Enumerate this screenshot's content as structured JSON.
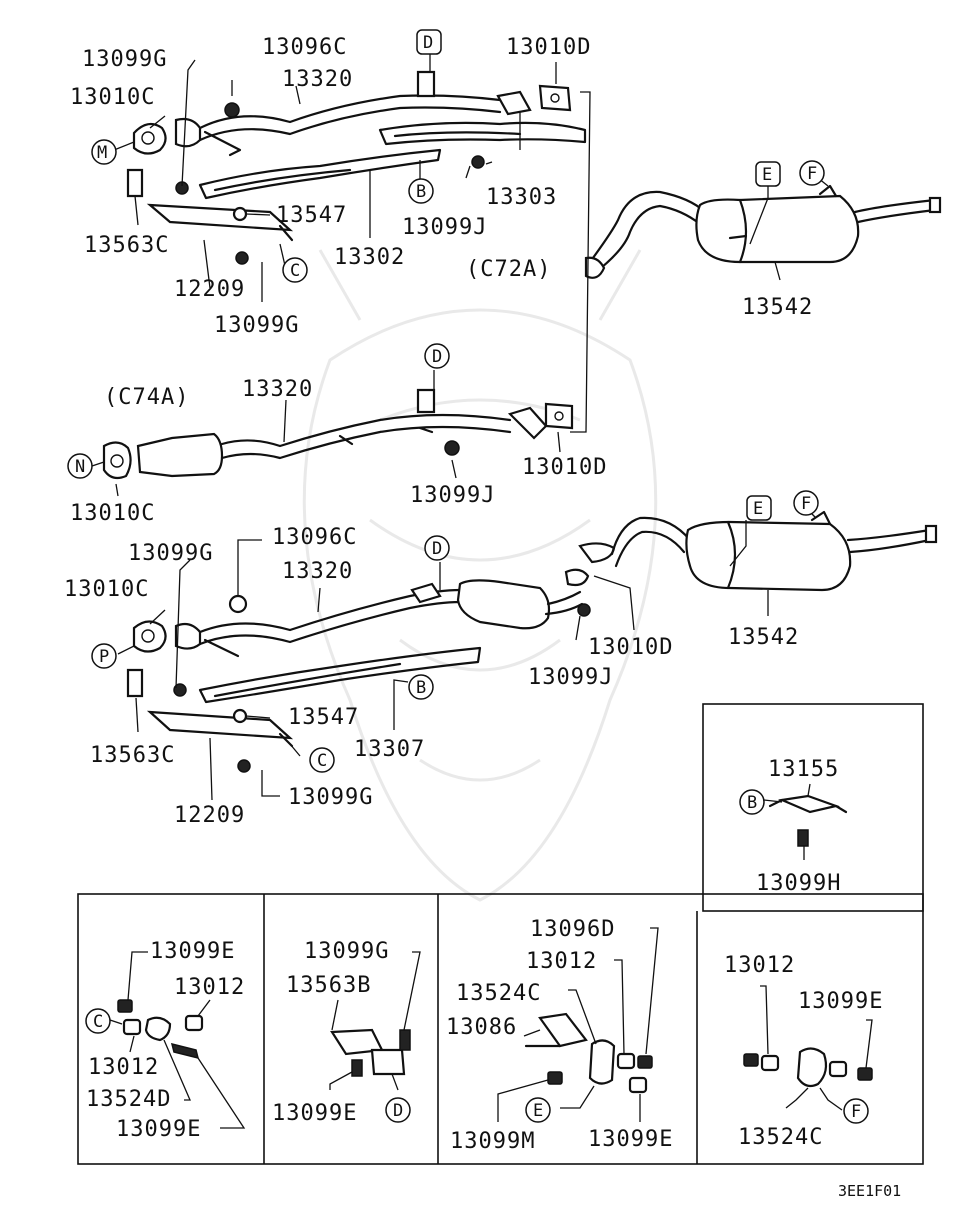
{
  "labels": {
    "top_13099G": "13099G",
    "top_13096C": "13096C",
    "top_D": "D",
    "top_13010D": "13010D",
    "top_13320": "13320",
    "top_13010C": "13010C",
    "top_M": "M",
    "top_B": "B",
    "top_13303": "13303",
    "top_13099J": "13099J",
    "top_13547": "13547",
    "top_13563C": "13563C",
    "top_13302": "13302",
    "top_C": "C",
    "top_12209": "12209",
    "top_13099G2": "13099G",
    "top_C72A": "(C72A)",
    "top_E": "E",
    "top_F": "F",
    "top_13542": "13542",
    "mid_D": "D",
    "mid_C74A": "(C74A)",
    "mid_13320": "13320",
    "mid_N": "N",
    "mid_13010C": "13010C",
    "mid_13099J": "13099J",
    "mid_13010D": "13010D",
    "bot_13099G": "13099G",
    "bot_13096C": "13096C",
    "bot_D": "D",
    "bot_13320": "13320",
    "bot_13010C": "13010C",
    "bot_P": "P",
    "bot_E": "E",
    "bot_F": "F",
    "bot_13542": "13542",
    "bot_13010D": "13010D",
    "bot_13099J": "13099J",
    "bot_B": "B",
    "bot_13547": "13547",
    "bot_13307": "13307",
    "bot_13563C": "13563C",
    "bot_C": "C",
    "bot_13099G2": "13099G",
    "bot_12209": "12209",
    "inset_b_13155": "13155",
    "inset_b_B": "B",
    "inset_b_13099H": "13099H",
    "p1_13099E": "13099E",
    "p1_13012": "13012",
    "p1_C": "C",
    "p1_13012b": "13012",
    "p1_13524D": "13524D",
    "p1_13099Eb": "13099E",
    "p2_13099G": "13099G",
    "p2_13563B": "13563B",
    "p2_13099E": "13099E",
    "p2_D": "D",
    "p3_13096D": "13096D",
    "p3_13012": "13012",
    "p3_13524C": "13524C",
    "p3_13086": "13086",
    "p3_E": "E",
    "p3_13099M": "13099M",
    "p3_13099E": "13099E",
    "p4_13012": "13012",
    "p4_13099E": "13099E",
    "p4_F": "F",
    "p4_13524C": "13524C",
    "figure_code": "3EE1F01"
  }
}
